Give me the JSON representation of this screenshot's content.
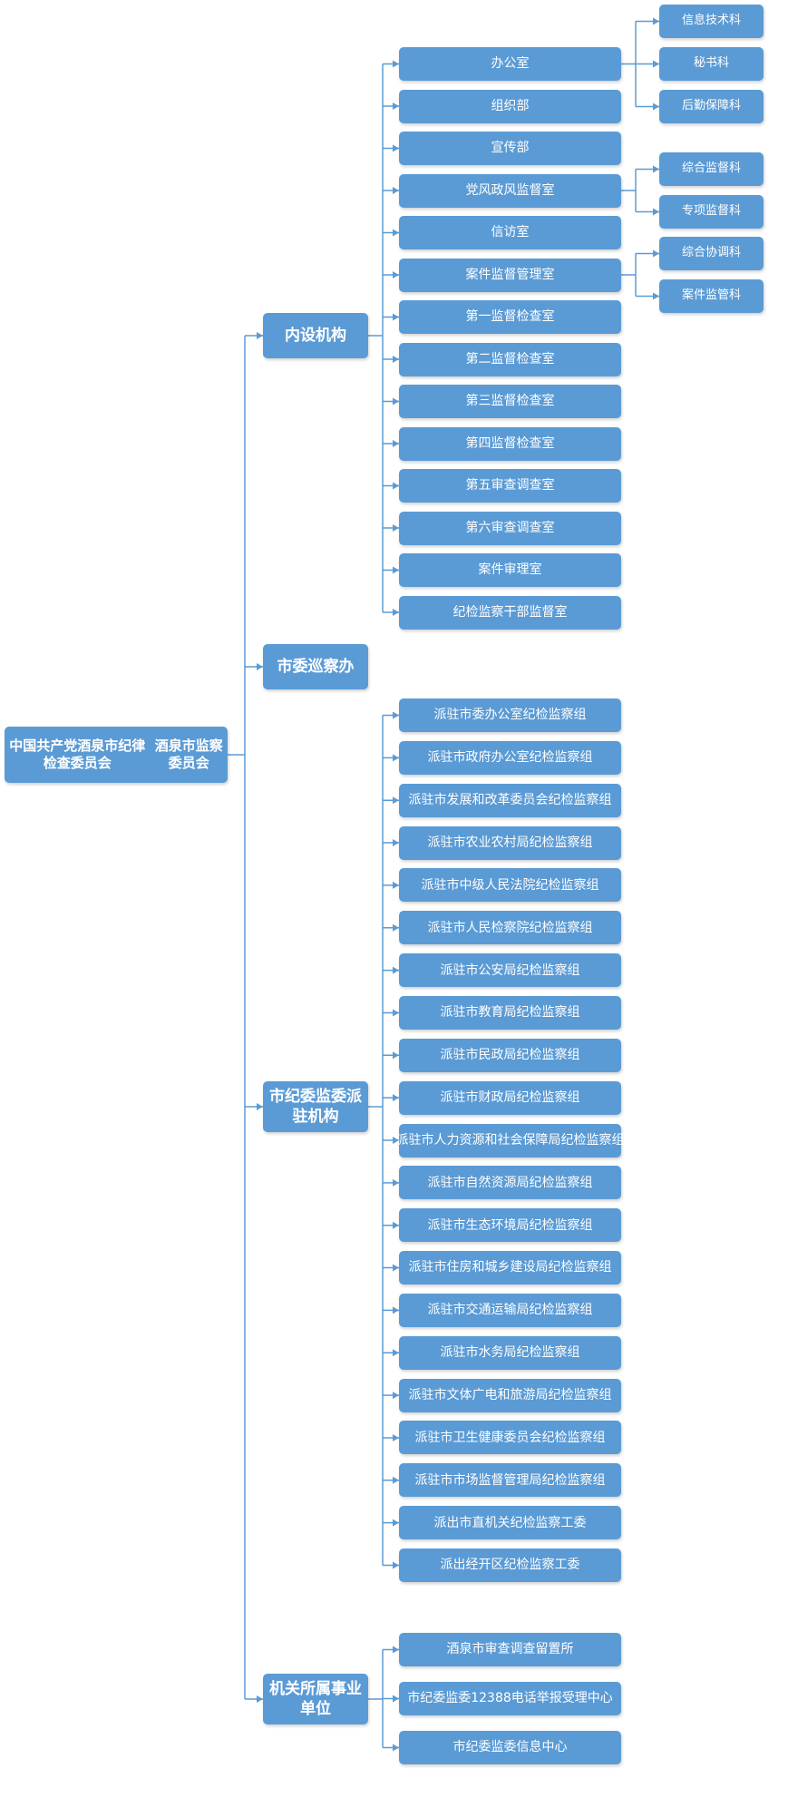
{
  "org_chart": {
    "root": {
      "line1": "中国共产党酒泉市纪律检查委员会",
      "line2": "酒泉市监察委员会"
    },
    "branches": [
      {
        "label": "内设机构",
        "children": [
          {
            "label": "办公室",
            "children": [
              "信息技术科",
              "秘书科",
              "后勤保障科"
            ]
          },
          {
            "label": "组织部"
          },
          {
            "label": "宣传部"
          },
          {
            "label": "党风政风监督室",
            "children": [
              "综合监督科",
              "专项监督科"
            ]
          },
          {
            "label": "信访室"
          },
          {
            "label": "案件监督管理室",
            "children": [
              "综合协调科",
              "案件监管科"
            ]
          },
          {
            "label": "第一监督检查室"
          },
          {
            "label": "第二监督检查室"
          },
          {
            "label": "第三监督检查室"
          },
          {
            "label": "第四监督检查室"
          },
          {
            "label": "第五审查调查室"
          },
          {
            "label": "第六审查调查室"
          },
          {
            "label": "案件审理室"
          },
          {
            "label": "纪检监察干部监督室"
          }
        ]
      },
      {
        "label": "市委巡察办",
        "children": []
      },
      {
        "label": "市纪委监委派驻机构",
        "children": [
          {
            "label": "派驻市委办公室纪检监察组"
          },
          {
            "label": "派驻市政府办公室纪检监察组"
          },
          {
            "label": "派驻市发展和改革委员会纪检监察组"
          },
          {
            "label": "派驻市农业农村局纪检监察组"
          },
          {
            "label": "派驻市中级人民法院纪检监察组"
          },
          {
            "label": "派驻市人民检察院纪检监察组"
          },
          {
            "label": "派驻市公安局纪检监察组"
          },
          {
            "label": "派驻市教育局纪检监察组"
          },
          {
            "label": "派驻市民政局纪检监察组"
          },
          {
            "label": "派驻市财政局纪检监察组"
          },
          {
            "label": "派驻市人力资源和社会保障局纪检监察组"
          },
          {
            "label": "派驻市自然资源局纪检监察组"
          },
          {
            "label": "派驻市生态环境局纪检监察组"
          },
          {
            "label": "派驻市住房和城乡建设局纪检监察组"
          },
          {
            "label": "派驻市交通运输局纪检监察组"
          },
          {
            "label": "派驻市水务局纪检监察组"
          },
          {
            "label": "派驻市文体广电和旅游局纪检监察组"
          },
          {
            "label": "派驻市卫生健康委员会纪检监察组"
          },
          {
            "label": "派驻市市场监督管理局纪检监察组"
          },
          {
            "label": "派出市直机关纪检监察工委"
          },
          {
            "label": "派出经开区纪检监察工委"
          }
        ]
      },
      {
        "label": "机关所属事业单位",
        "children": [
          {
            "label": "酒泉市审查调查留置所"
          },
          {
            "label": "市纪委监委12388电话举报受理中心"
          },
          {
            "label": "市纪委监委信息中心"
          }
        ]
      }
    ]
  },
  "colors": {
    "node_fill": "#5b9bd5",
    "line": "#5b9bd5",
    "text": "#ffffff"
  }
}
